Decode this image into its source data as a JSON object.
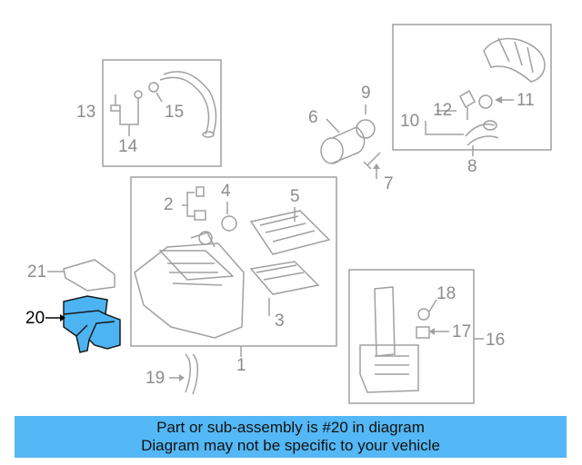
{
  "callouts": {
    "c1": "1",
    "c2": "2",
    "c3": "3",
    "c4": "4",
    "c5": "5",
    "c6": "6",
    "c7": "7",
    "c8": "8",
    "c9": "9",
    "c10": "10",
    "c11": "11",
    "c12": "12",
    "c13": "13",
    "c14": "14",
    "c15": "15",
    "c16": "16",
    "c17": "17",
    "c18": "18",
    "c19": "19",
    "c20": "20",
    "c21": "21"
  },
  "highlight": {
    "part_number": "20",
    "color": "#4db4f2"
  },
  "colors": {
    "line": "#a0a0a0",
    "callout": "#8c8c8c",
    "banner": "#53b8f5"
  },
  "banner": {
    "line1": "Part or sub-assembly is #20 in diagram",
    "line2": "Diagram may not be specific to your vehicle"
  }
}
